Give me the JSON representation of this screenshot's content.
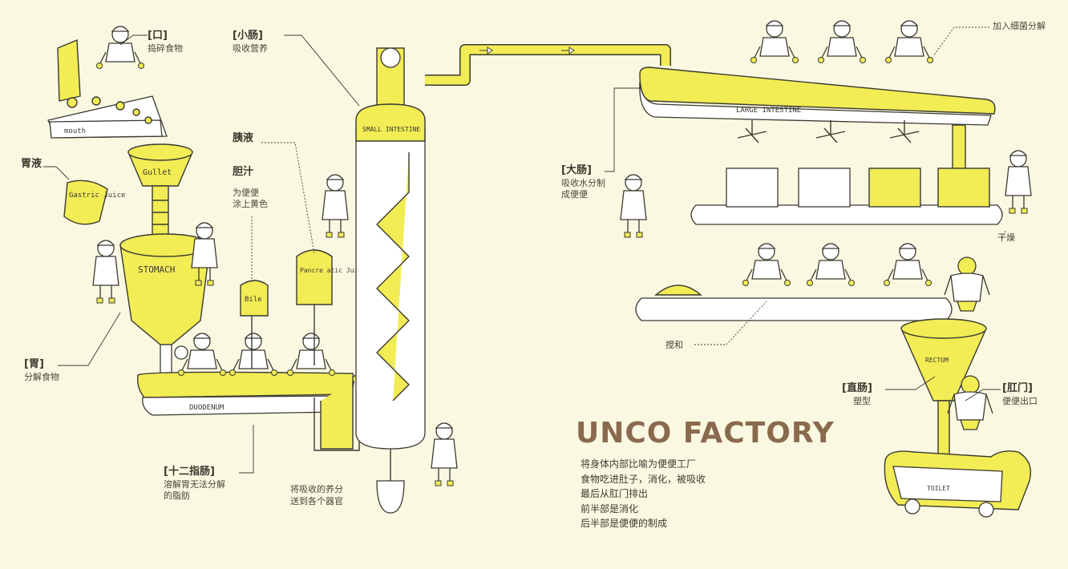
{
  "title": "UNCO FACTORY",
  "description": [
    "将身体内部比喻为便便工厂",
    "食物吃进肚子，消化，被吸收",
    "最后从肛门排出",
    "前半部是消化",
    "后半部是便便的制成"
  ],
  "labels": {
    "mouth": {
      "title": "[口]",
      "sub": "捣碎食物"
    },
    "small_intestine": {
      "title": "[小肠]",
      "sub": "吸收营养"
    },
    "gastric_juice": {
      "title": "胃液"
    },
    "stomach": {
      "title": "[胃]",
      "sub": "分解食物"
    },
    "pancreatic_juice": {
      "title": "胰液"
    },
    "bile": {
      "title": "胆汁",
      "sub1": "为便便",
      "sub2": "涂上黄色"
    },
    "duodenum": {
      "title": "[十二指肠]",
      "sub1": "溶解胃无法分解",
      "sub2": "的脂肪"
    },
    "nutrients": {
      "sub1": "将吸收的养分",
      "sub2": "送到各个器官"
    },
    "bacteria": {
      "sub": "加入细菌分解"
    },
    "large_intestine": {
      "title": "[大肠]",
      "sub1": "吸收水分制",
      "sub2": "成便便"
    },
    "dry": {
      "sub": "干燥"
    },
    "stir": {
      "sub": "搅和"
    },
    "rectum": {
      "title": "[直肠]",
      "sub": "塑型"
    },
    "anus": {
      "title": "[肛门]",
      "sub": "便便出口"
    }
  },
  "organ_tags": {
    "mouth": "mouth",
    "gullet": "Gullet",
    "gastric_juice": "Gastric Juice",
    "stomach": "STOMACH",
    "bile": "Bile",
    "pancreatic_juice": "Pancre atic Juice",
    "duodenum": "DUODENUM",
    "small_intestine": "SMALL INTESTINE",
    "large_intestine": "LARGE INTESTINE",
    "rectum": "RECTUM",
    "toilet": "TOILET"
  },
  "colors": {
    "yellow": "#f2ec55",
    "outline": "#3b3a32",
    "background": "#fbf8e2",
    "title": "#8a6a4e"
  }
}
